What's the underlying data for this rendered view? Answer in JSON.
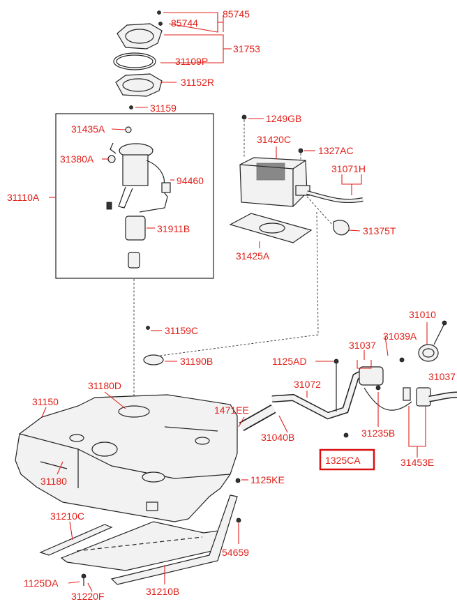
{
  "colors": {
    "label": "#e0201a",
    "highlight_box": "#d81010",
    "drawing": "#222222"
  },
  "highlighted_part": "1325CA",
  "labels": {
    "p85745": "85745",
    "p85744": "85744",
    "p31753": "31753",
    "p31109P": "31109P",
    "p31152R": "31152R",
    "p31159": "31159",
    "p31435A": "31435A",
    "p31380A": "31380A",
    "p31110A": "31110A",
    "p94460": "94460",
    "p31911B": "31911B",
    "p1249GB": "1249GB",
    "p31420C": "31420C",
    "p1327AC": "1327AC",
    "p31071H": "31071H",
    "p31375T": "31375T",
    "p31425A": "31425A",
    "p31010": "31010",
    "p31039A": "31039A",
    "p31159C": "31159C",
    "p31037a": "31037",
    "p31037b": "31037",
    "p31190B": "31190B",
    "p1125AD": "1125AD",
    "p31180D": "31180D",
    "p31072": "31072",
    "p31150": "31150",
    "p1471EE": "1471EE",
    "p31040B": "31040B",
    "p31235B": "31235B",
    "p1325CA": "1325CA",
    "p31453E": "31453E",
    "p31180": "31180",
    "p1125KE": "1125KE",
    "p31210C": "31210C",
    "p54659": "54659",
    "p1125DA": "1125DA",
    "p31220F": "31220F",
    "p31210B": "31210B"
  }
}
